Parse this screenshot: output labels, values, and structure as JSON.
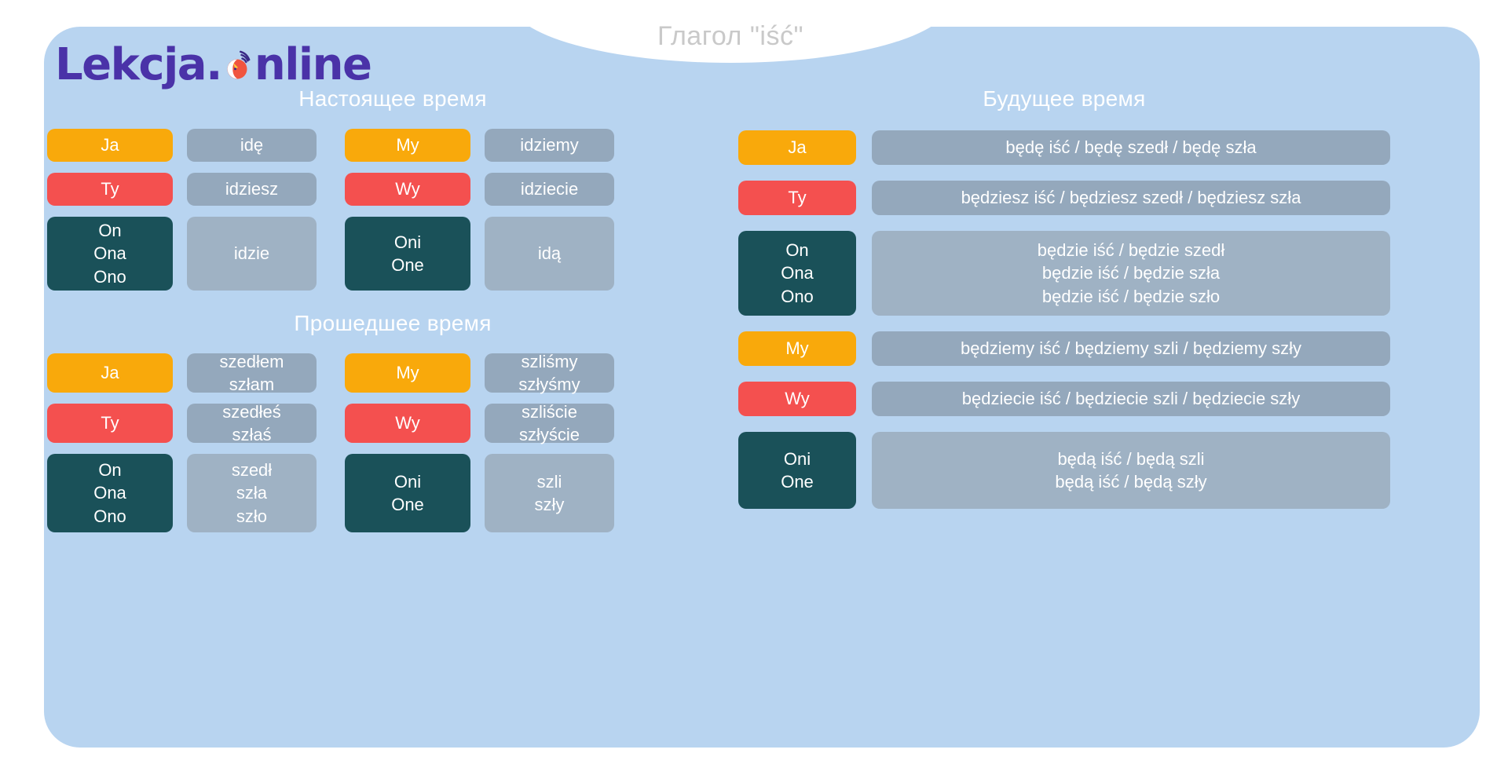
{
  "brand": {
    "name_part1": "Lekcja.",
    "name_part2": "nline",
    "logo_icon": "globe-signal-icon",
    "color": "#4a32a8"
  },
  "header": {
    "title": "Глагол \"iść\""
  },
  "colors": {
    "card_background": "#b8d4f0",
    "pronoun_first": "#f9a90b",
    "pronoun_second": "#f4504f",
    "pronoun_third": "#1a5159",
    "verb_box": "#94a8bc",
    "verb_box_alt": "#9fb2c4",
    "title_text": "#c9c9c9",
    "section_title_text": "#ffffff"
  },
  "present": {
    "title": "Настоящее время",
    "singular": [
      {
        "pronoun": "Ja",
        "verb": "idę"
      },
      {
        "pronoun": "Ty",
        "verb": "idziesz"
      },
      {
        "pronoun": "On\nOna\nOno",
        "verb": "idzie"
      }
    ],
    "plural": [
      {
        "pronoun": "My",
        "verb": "idziemy"
      },
      {
        "pronoun": "Wy",
        "verb": "idziecie"
      },
      {
        "pronoun": "Oni\nOne",
        "verb": "idą"
      }
    ]
  },
  "past": {
    "title": "Прошедшее время",
    "singular": [
      {
        "pronoun": "Ja",
        "verb": "szedłem\nszłam"
      },
      {
        "pronoun": "Ty",
        "verb": "szedłeś\nszłaś"
      },
      {
        "pronoun": "On\nOna\nOno",
        "verb": "szedł\nszła\nszło"
      }
    ],
    "plural": [
      {
        "pronoun": "My",
        "verb": "szliśmy\nszłyśmy"
      },
      {
        "pronoun": "Wy",
        "verb": "szliście\nszłyście"
      },
      {
        "pronoun": "Oni\nOne",
        "verb": "szli\nszły"
      }
    ]
  },
  "future": {
    "title": "Будущее время",
    "rows": [
      {
        "pronoun": "Ja",
        "verb": "będę iść / będę szedł / będę szła"
      },
      {
        "pronoun": "Ty",
        "verb": "będziesz iść / będziesz szedł / będziesz szła"
      },
      {
        "pronoun": "On\nOna\nOno",
        "verb": "będzie iść / będzie szedł\nbędzie iść / będzie szła\nbędzie iść / będzie szło"
      },
      {
        "pronoun": "My",
        "verb": "będziemy iść / będziemy szli / będziemy szły"
      },
      {
        "pronoun": "Wy",
        "verb": "będziecie iść / będziecie szli / będziecie szły"
      },
      {
        "pronoun": "Oni\nOne",
        "verb": "będą iść / będą szli\nbędą iść / będą szły"
      }
    ]
  }
}
